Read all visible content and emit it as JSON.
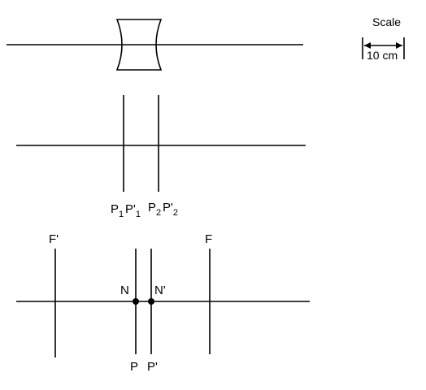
{
  "scale": {
    "title": "Scale",
    "length_label": "10 cm"
  },
  "principal_planes_labels": {
    "p1": {
      "base": "P",
      "sub": "1"
    },
    "p1_prime": {
      "base": "P'",
      "sub": "1"
    },
    "p2": {
      "base": "P",
      "sub": "2"
    },
    "p2_prime": {
      "base": "P'",
      "sub": "2"
    }
  },
  "cardinal_labels": {
    "front_focal": "F'",
    "back_focal": "F",
    "nodal": "N",
    "nodal_prime": "N'",
    "principal": "P",
    "principal_prime": "P'"
  }
}
